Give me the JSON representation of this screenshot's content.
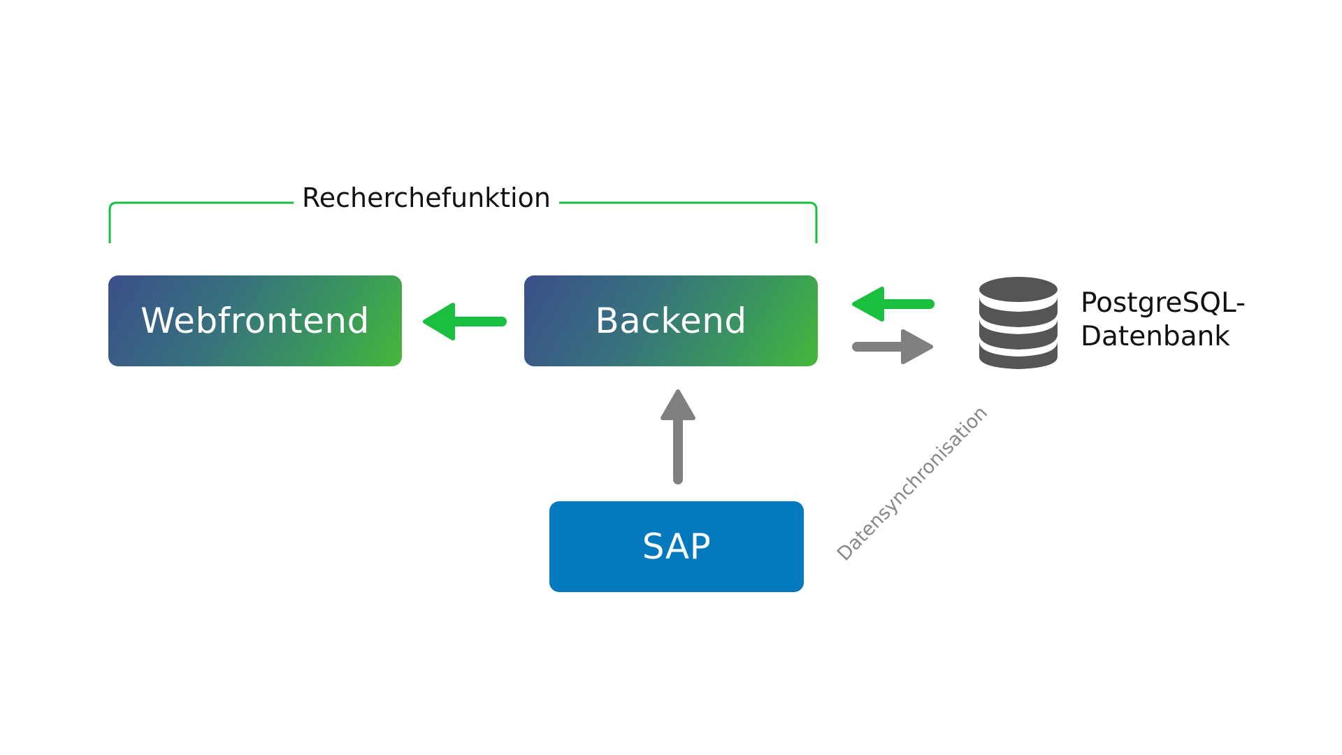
{
  "diagram": {
    "bracket_label": "Recherchefunktion",
    "nodes": {
      "webfrontend": "Webfrontend",
      "backend": "Backend",
      "sap": "SAP",
      "database_line1": "PostgreSQL-",
      "database_line2": "Datenbank"
    },
    "edge_label": "Datensynchronisation",
    "colors": {
      "accent_green": "#1bbf3f",
      "arrow_gray": "#808080",
      "sap_blue": "#0579bd",
      "db_gray": "#555555"
    },
    "icons": {
      "database": "database-icon"
    }
  }
}
